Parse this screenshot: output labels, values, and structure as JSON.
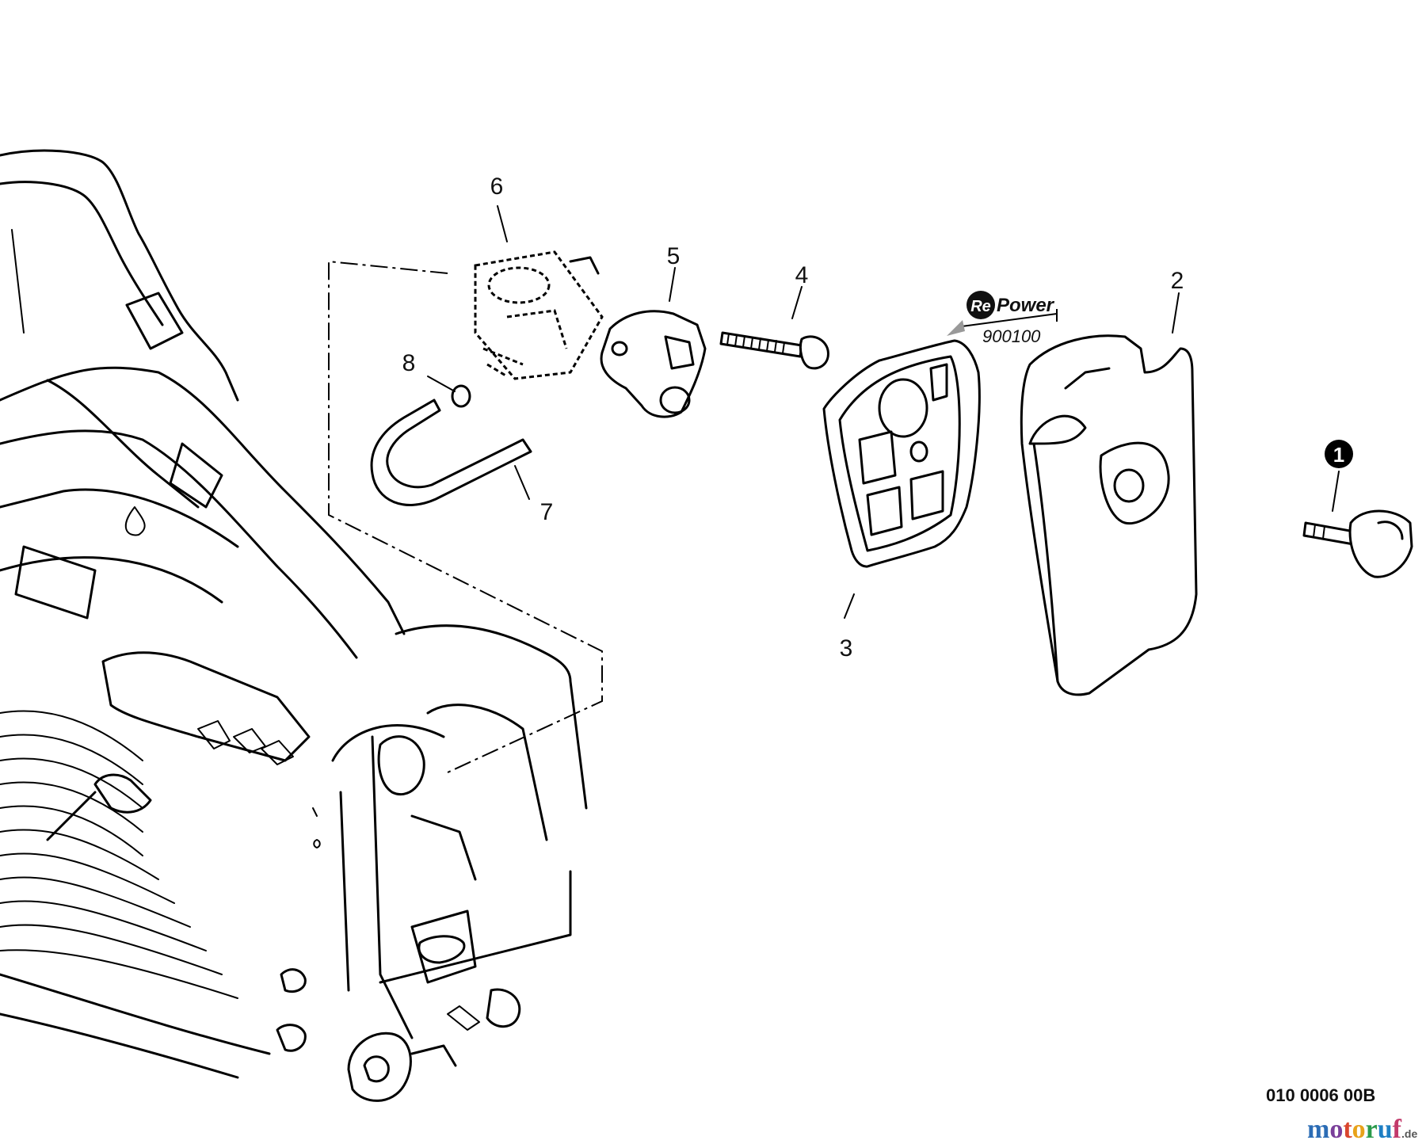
{
  "callouts": {
    "c1": "1",
    "c2": "2",
    "c3": "3",
    "c4": "4",
    "c5": "5",
    "c6": "6",
    "c7": "7",
    "c8": "8"
  },
  "repower": {
    "brand_re": "Re",
    "brand_power": "Power",
    "part_number": "900100"
  },
  "document_id": "010 0006 00B",
  "watermark": {
    "text": "motoruf",
    "suffix": ".de",
    "colors": [
      "#2b6cb5",
      "#7a3f9a",
      "#d9462e",
      "#e8a21a",
      "#2a9a4a",
      "#1e7fc4",
      "#c23a6b"
    ]
  }
}
